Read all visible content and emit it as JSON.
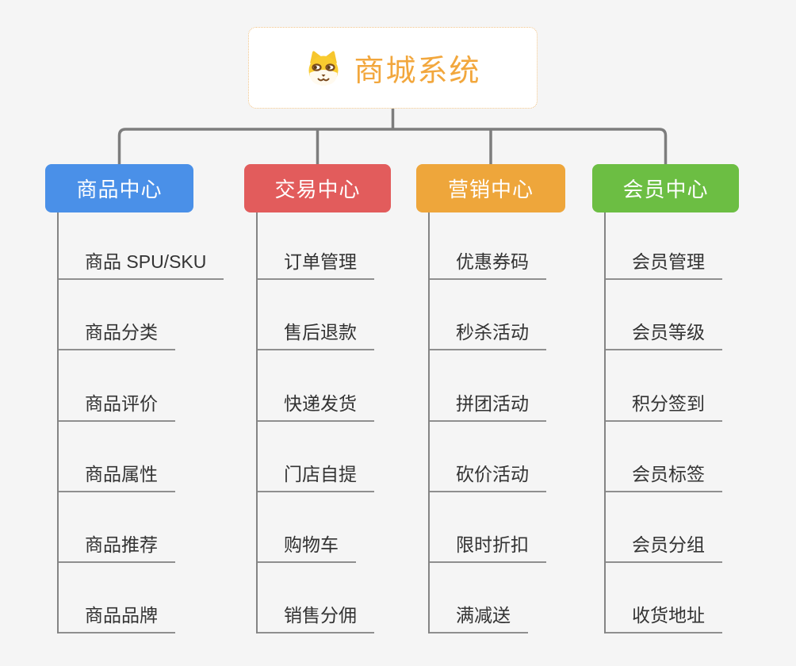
{
  "app": {
    "type": "mindmap",
    "background_color": "#f5f5f5",
    "connector_color": "#7d7d7d"
  },
  "root": {
    "label": "商城系统",
    "icon": "shiba-dog-face-icon",
    "text_color": "#f2a73d",
    "border_color": "#f0c386",
    "fill_color": "#ffffff"
  },
  "branches": [
    {
      "label": "商品中心",
      "color": "#4a90e8",
      "children": [
        "商品 SPU/SKU",
        "商品分类",
        "商品评价",
        "商品属性",
        "商品推荐",
        "商品品牌"
      ]
    },
    {
      "label": "交易中心",
      "color": "#e25c5c",
      "children": [
        "订单管理",
        "售后退款",
        "快递发货",
        "门店自提",
        "购物车",
        "销售分佣"
      ]
    },
    {
      "label": "营销中心",
      "color": "#eea63b",
      "children": [
        "优惠券码",
        "秒杀活动",
        "拼团活动",
        "砍价活动",
        "限时折扣",
        "满减送"
      ]
    },
    {
      "label": "会员中心",
      "color": "#6cbe43",
      "children": [
        "会员管理",
        "会员等级",
        "积分签到",
        "会员标签",
        "会员分组",
        "收货地址"
      ]
    }
  ]
}
